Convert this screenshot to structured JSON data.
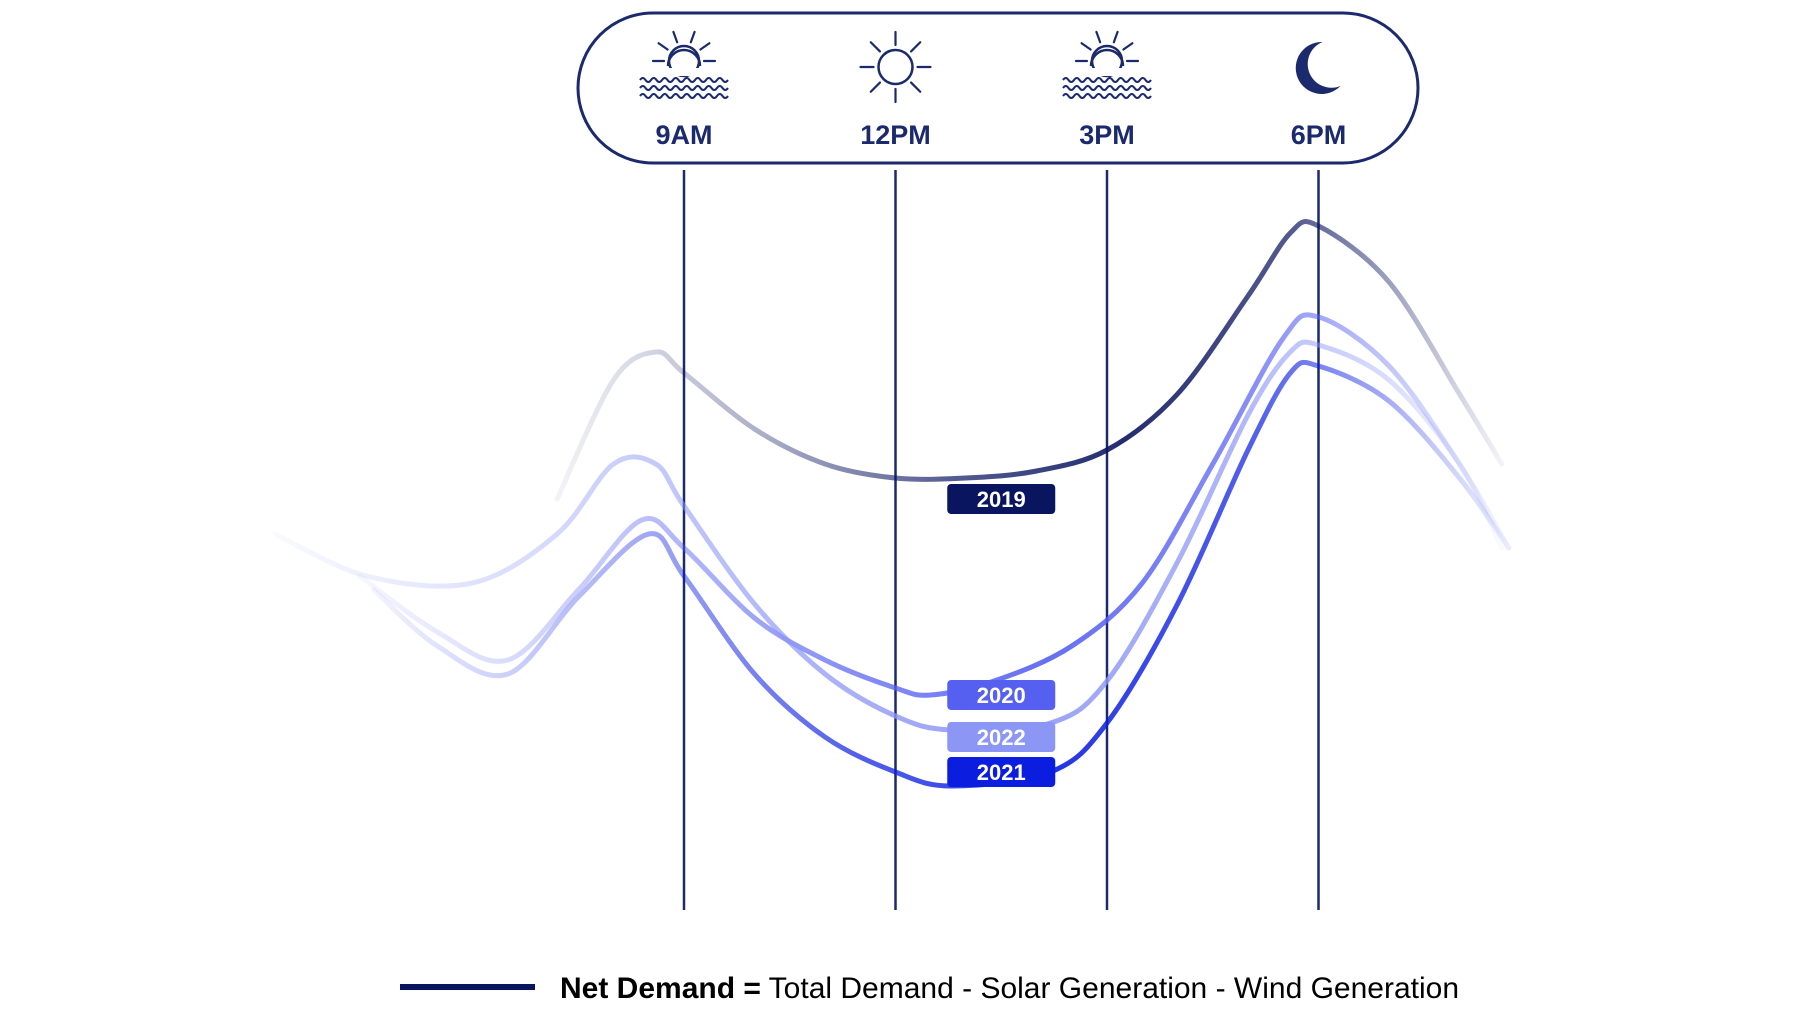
{
  "chart_data": {
    "type": "line",
    "x_ticks": [
      "9AM",
      "12PM",
      "3PM",
      "6PM"
    ],
    "x_tick_icons": [
      "sunrise-icon",
      "sun-icon",
      "sunset-icon",
      "moon-icon"
    ],
    "y_axis_labels": false,
    "grid": "vertical lines at each time tick",
    "series": [
      {
        "name": "2019",
        "color": "#0a1560",
        "values": [
          {
            "x": 7.2,
            "y": 67
          },
          {
            "x": 8.0,
            "y": 84
          },
          {
            "x": 8.6,
            "y": 88
          },
          {
            "x": 9.0,
            "y": 85
          },
          {
            "x": 10.0,
            "y": 77
          },
          {
            "x": 11.0,
            "y": 72
          },
          {
            "x": 12.0,
            "y": 70
          },
          {
            "x": 13.0,
            "y": 70
          },
          {
            "x": 14.0,
            "y": 71
          },
          {
            "x": 15.0,
            "y": 74
          },
          {
            "x": 16.0,
            "y": 82
          },
          {
            "x": 17.0,
            "y": 96
          },
          {
            "x": 17.6,
            "y": 105
          },
          {
            "x": 18.0,
            "y": 106
          },
          {
            "x": 19.0,
            "y": 98
          },
          {
            "x": 20.0,
            "y": 82
          },
          {
            "x": 20.6,
            "y": 72
          }
        ]
      },
      {
        "name": "2020",
        "color": "#5560f0",
        "values": [
          {
            "x": 4.4,
            "y": 56
          },
          {
            "x": 5.5,
            "y": 48
          },
          {
            "x": 6.5,
            "y": 44
          },
          {
            "x": 7.5,
            "y": 54
          },
          {
            "x": 8.4,
            "y": 64
          },
          {
            "x": 9.0,
            "y": 60
          },
          {
            "x": 10.0,
            "y": 50
          },
          {
            "x": 11.0,
            "y": 44
          },
          {
            "x": 12.0,
            "y": 40
          },
          {
            "x": 12.5,
            "y": 39
          },
          {
            "x": 13.4,
            "y": 41
          },
          {
            "x": 14.5,
            "y": 46
          },
          {
            "x": 15.5,
            "y": 55
          },
          {
            "x": 16.5,
            "y": 72
          },
          {
            "x": 17.5,
            "y": 90
          },
          {
            "x": 18.0,
            "y": 93
          },
          {
            "x": 19.0,
            "y": 86
          },
          {
            "x": 20.0,
            "y": 72
          },
          {
            "x": 20.7,
            "y": 60
          }
        ]
      },
      {
        "name": "2022",
        "color": "#8c96f5",
        "values": [
          {
            "x": 3.2,
            "y": 62
          },
          {
            "x": 4.5,
            "y": 56
          },
          {
            "x": 6.0,
            "y": 55
          },
          {
            "x": 7.2,
            "y": 62
          },
          {
            "x": 8.0,
            "y": 72
          },
          {
            "x": 8.6,
            "y": 72
          },
          {
            "x": 9.0,
            "y": 66
          },
          {
            "x": 10.0,
            "y": 52
          },
          {
            "x": 11.0,
            "y": 42
          },
          {
            "x": 12.0,
            "y": 36
          },
          {
            "x": 12.8,
            "y": 34
          },
          {
            "x": 14.2,
            "y": 35
          },
          {
            "x": 15.0,
            "y": 41
          },
          {
            "x": 16.0,
            "y": 58
          },
          {
            "x": 17.0,
            "y": 79
          },
          {
            "x": 17.6,
            "y": 88
          },
          {
            "x": 18.0,
            "y": 89
          },
          {
            "x": 19.0,
            "y": 84
          },
          {
            "x": 20.0,
            "y": 72
          },
          {
            "x": 20.6,
            "y": 60
          }
        ]
      },
      {
        "name": "2021",
        "color": "#0b1ee0",
        "values": [
          {
            "x": 4.6,
            "y": 54
          },
          {
            "x": 5.5,
            "y": 46
          },
          {
            "x": 6.5,
            "y": 42
          },
          {
            "x": 7.5,
            "y": 53
          },
          {
            "x": 8.5,
            "y": 62
          },
          {
            "x": 9.0,
            "y": 56
          },
          {
            "x": 10.0,
            "y": 42
          },
          {
            "x": 11.0,
            "y": 33
          },
          {
            "x": 12.0,
            "y": 28
          },
          {
            "x": 12.8,
            "y": 26
          },
          {
            "x": 14.2,
            "y": 28
          },
          {
            "x": 15.0,
            "y": 35
          },
          {
            "x": 16.0,
            "y": 52
          },
          {
            "x": 17.0,
            "y": 74
          },
          {
            "x": 17.6,
            "y": 85
          },
          {
            "x": 18.0,
            "y": 86
          },
          {
            "x": 19.0,
            "y": 81
          },
          {
            "x": 20.0,
            "y": 70
          },
          {
            "x": 20.7,
            "y": 60
          }
        ]
      }
    ],
    "series_labels": [
      {
        "text": "2019",
        "color": "#0a1560",
        "x": 13.5,
        "y": 67
      },
      {
        "text": "2020",
        "color": "#5560f0",
        "x": 13.5,
        "y": 39
      },
      {
        "text": "2022",
        "color": "#8c96f5",
        "x": 13.5,
        "y": 33
      },
      {
        "text": "2021",
        "color": "#0b1ee0",
        "x": 13.5,
        "y": 28
      }
    ],
    "legend": {
      "position": "bottom-center",
      "line_color": "#0a1560",
      "bold_text": "Net Demand =",
      "rest_text": " Total Demand - Solar Generation - Wind Generation"
    },
    "colors": {
      "frame": "#1a2a6c",
      "gridline": "#1a2a6c"
    }
  }
}
